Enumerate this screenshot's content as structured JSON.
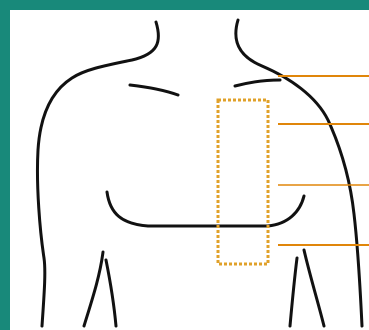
{
  "figure": {
    "frame_color": "#18897a",
    "outline_color": "#111111",
    "callout_color": "#e0860a",
    "region_color": "#e0a12a",
    "subject": "torso-front-outline",
    "region": "sternum-area",
    "callouts": 4
  }
}
